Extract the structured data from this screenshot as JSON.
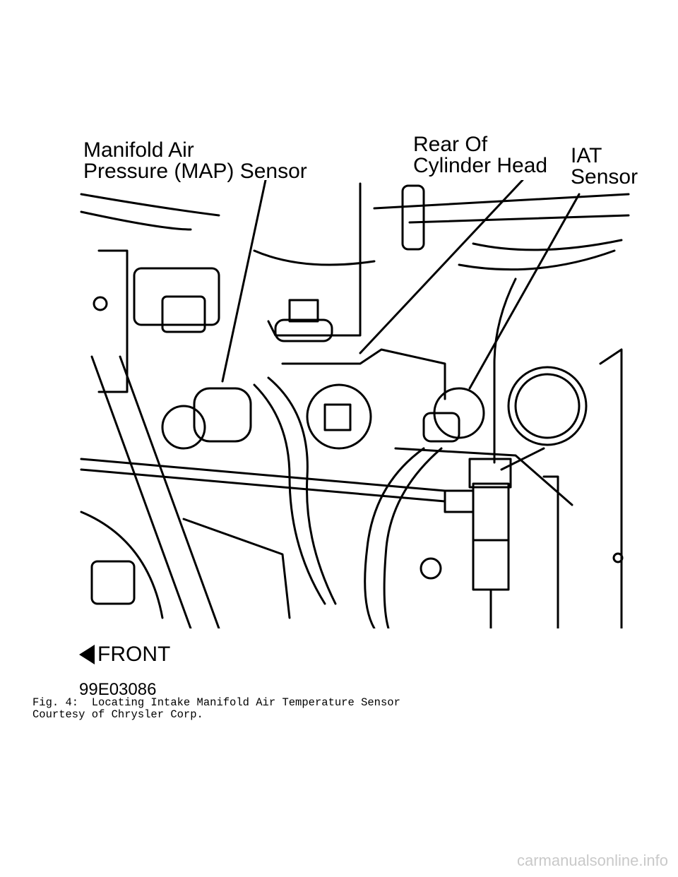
{
  "labels": {
    "map_line1": "Manifold Air",
    "map_line2": "Pressure (MAP) Sensor",
    "rear_line1": "Rear Of",
    "rear_line2": "Cylinder Head",
    "iat_line1": "IAT",
    "iat_line2": "Sensor"
  },
  "front_label": "FRONT",
  "figure_code": "99E03086",
  "caption_line1": "Fig. 4:  Locating Intake Manifold Air Temperature Sensor",
  "caption_line2": "Courtesy of Chrysler Corp.",
  "watermark": "carmanualsonline.info"
}
